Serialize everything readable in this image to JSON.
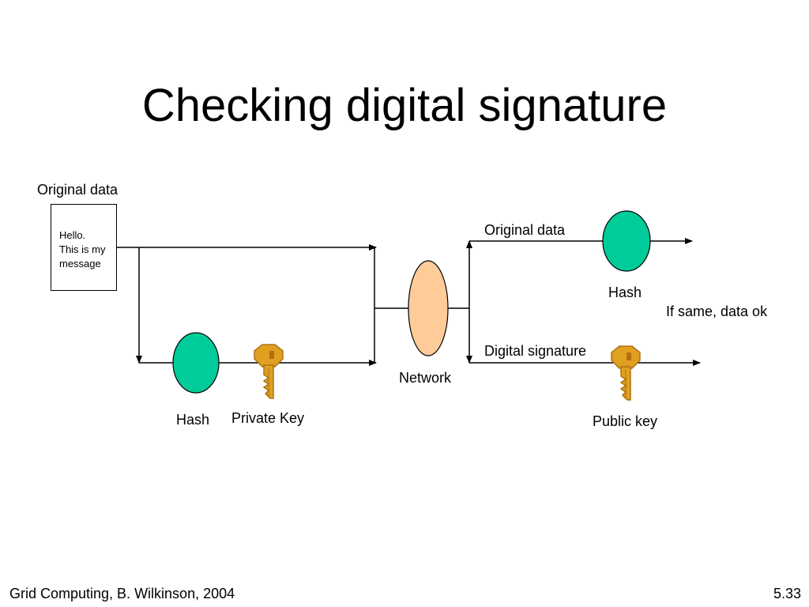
{
  "slide": {
    "title": "Checking digital signature",
    "footer_left": "Grid Computing, B. Wilkinson, 2004",
    "footer_right": "5.33"
  },
  "sender": {
    "data_label": "Original data",
    "message_lines": [
      "Hello.",
      "This is my",
      "message"
    ],
    "hash_label": "Hash",
    "key_label": "Private Key"
  },
  "network": {
    "label": "Network"
  },
  "receiver": {
    "data_label": "Original data",
    "hash_label": "Hash",
    "result_label": "If same, data ok",
    "signature_label": "Digital signature",
    "key_label": "Public key"
  },
  "colors": {
    "hash_fill": "#00cc99",
    "network_fill": "#ffcc99",
    "key_fill": "#e0a020",
    "key_stroke": "#b07010",
    "line": "#000000"
  },
  "icons": {
    "private_key": "key-icon",
    "public_key": "key-icon"
  }
}
